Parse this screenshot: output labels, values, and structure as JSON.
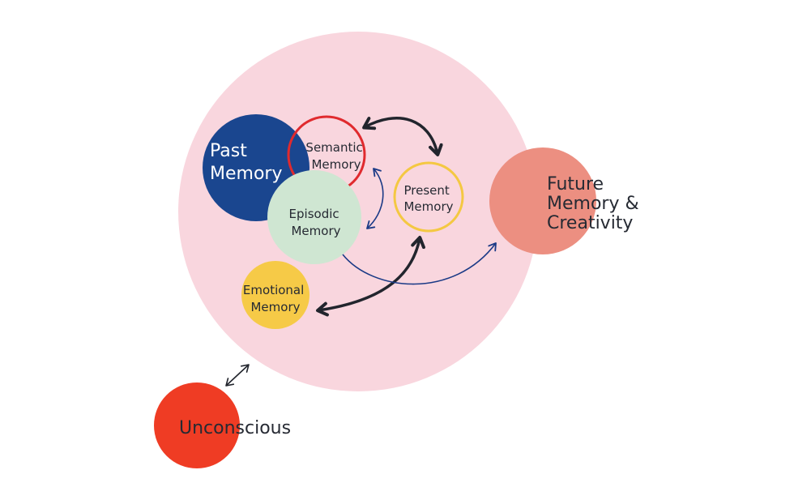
{
  "nodes": {
    "past": {
      "line1": "Past",
      "line2": "Memory",
      "color": "#1a468f"
    },
    "semantic": {
      "line1": "Semantic",
      "line2": "Memory",
      "color": "#e02a2e"
    },
    "episodic": {
      "line1": "Episodic",
      "line2": "Memory",
      "color": "#cfe6d2"
    },
    "present": {
      "line1": "Present",
      "line2": "Memory",
      "color": "#f4c842"
    },
    "emotional": {
      "line1": "Emotional",
      "line2": "Memory",
      "color": "#f6ca47"
    },
    "future": {
      "line1": "Future",
      "line2": "Memory &",
      "line3": "Creativity",
      "color": "#ec8f81"
    },
    "unconscious": {
      "label": "Unconscious",
      "color": "#ef3c24"
    }
  },
  "colors": {
    "container": "#f9d6de",
    "arrow_dark": "#22252d",
    "arrow_blue": "#1b3a86"
  }
}
